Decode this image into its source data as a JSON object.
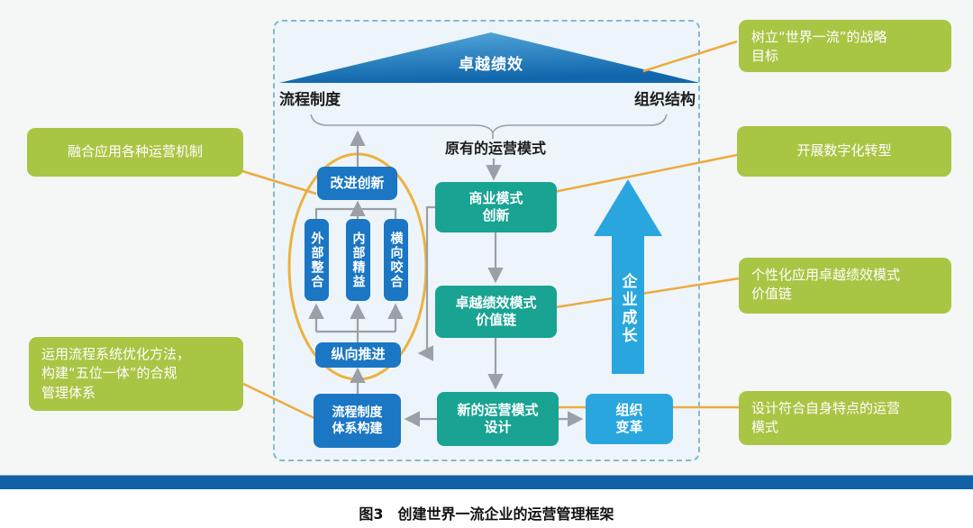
{
  "diagram": {
    "roof_label": "卓越绩效",
    "pillar_left": "流程制度",
    "pillar_right": "组织结构",
    "original_model": "原有的运营模式",
    "nodes": {
      "improve_innovation": "改进创新",
      "external_integration": "外部整合",
      "internal_lean": "内部精益",
      "horizontal_meshing": "横向咬合",
      "vertical_advance": "纵向推进",
      "process_system_build": "流程制度\n体系构建",
      "business_model_innovation": "商业模式\n创新",
      "excellence_value_chain": "卓越绩效模式\n价值链",
      "new_operating_model_design": "新的运营模式\n设计",
      "organization_change": "组织\n变革",
      "enterprise_growth": "企业成长"
    },
    "callouts": {
      "left_top": "融合应用各种运营机制",
      "left_bottom": "运用流程系统优化方法，\n构建“五位一体”的合规\n管理体系",
      "right_strategy": "树立“世界一流”的战略\n目标",
      "right_digital": "开展数字化转型",
      "right_excellence": "个性化应用卓越绩效模式\n价值链",
      "right_design": "设计符合自身特点的运营\n模式"
    },
    "caption": "图3　创建世界一流企业的运营管理框架",
    "colors": {
      "blue_node": "#1b76c4",
      "teal_node": "#18a392",
      "light_blue_node": "#2aa6de",
      "callout_green": "#a9c544",
      "connector_orange": "#ecab3e",
      "connector_gray": "#9aa0a5",
      "ellipse_orange": "#ecb23f",
      "footer_bar_blue": "#1261a6"
    }
  }
}
